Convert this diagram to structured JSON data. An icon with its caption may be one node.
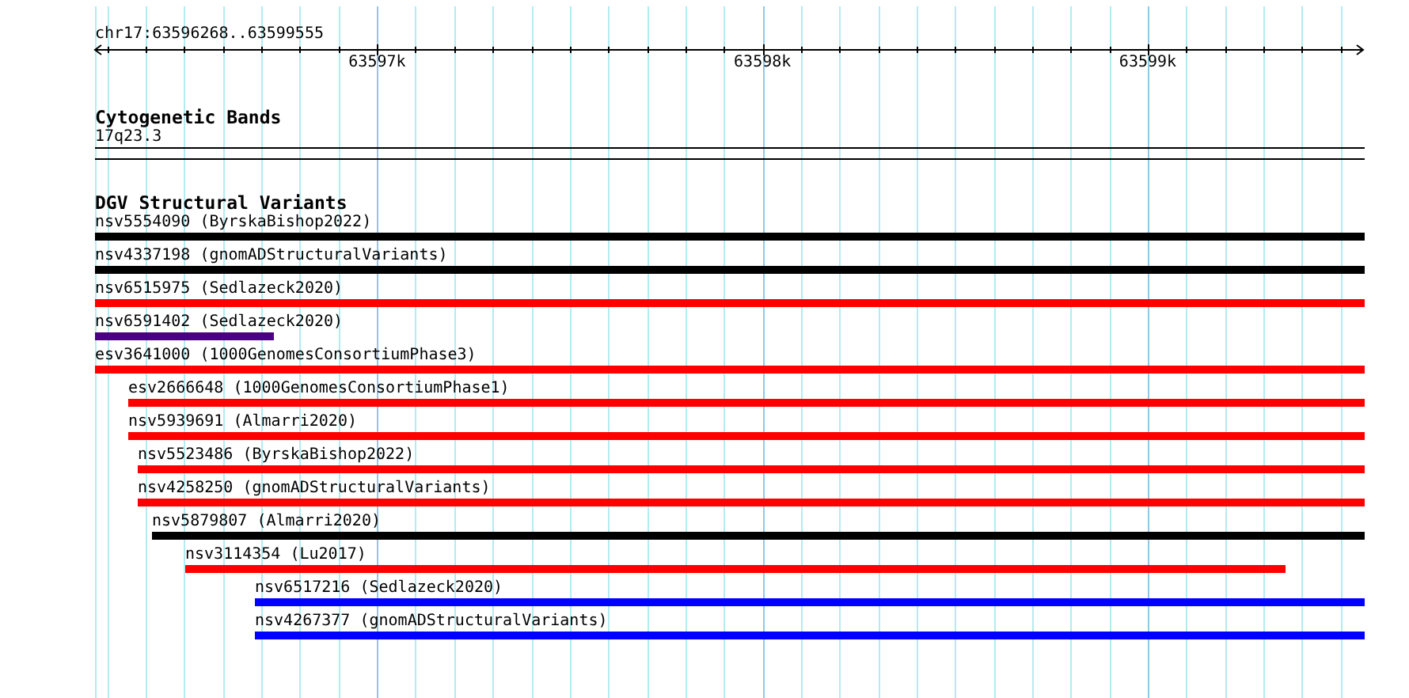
{
  "diagram": {
    "nodes": [
      {
        "text": [
          "17q23.3"
        ]
      },
      {
        "text": [
          "nsv5554090 (ByrskaBishop2022)"
        ]
      },
      {
        "text": [
          "nsv4337198 (gnomADStructuralVariants)"
        ]
      },
      {
        "text": [
          "nsv6515975 (Sedlazeck2020)"
        ]
      },
      {
        "text": [
          "nsv6591402 (Sedlazeck2020)"
        ]
      },
      {
        "text": [
          "esv3641000 (1000GenomesConsortiumPhase3)"
        ]
      },
      {
        "text": [
          "esv2666648 (1000GenomesConsortiumPhase1)"
        ]
      },
      {
        "text": [
          "nsv5939691 (Almarri2020)"
        ]
      },
      {
        "text": [
          "nsv5523486 (ByrskaBishop2022)"
        ]
      },
      {
        "text": [
          "nsv4258250 (gnomADStructuralVariants)"
        ]
      },
      {
        "text": [
          "nsv5879807 (Almarri2020)"
        ]
      },
      {
        "text": [
          "nsv3114354 (Lu2017)"
        ]
      },
      {
        "text": [
          "nsv6517216 (Sedlazeck2020)"
        ]
      },
      {
        "text": [
          "nsv4267377 (gnomADStructuralVariants)"
        ]
      }
    ],
    "labels": [
      "chr17:63596268..63599555",
      "63597k",
      "63598k",
      "63599k",
      "Cytogenetic Bands",
      "DGV Structural Variants"
    ]
  }
}
